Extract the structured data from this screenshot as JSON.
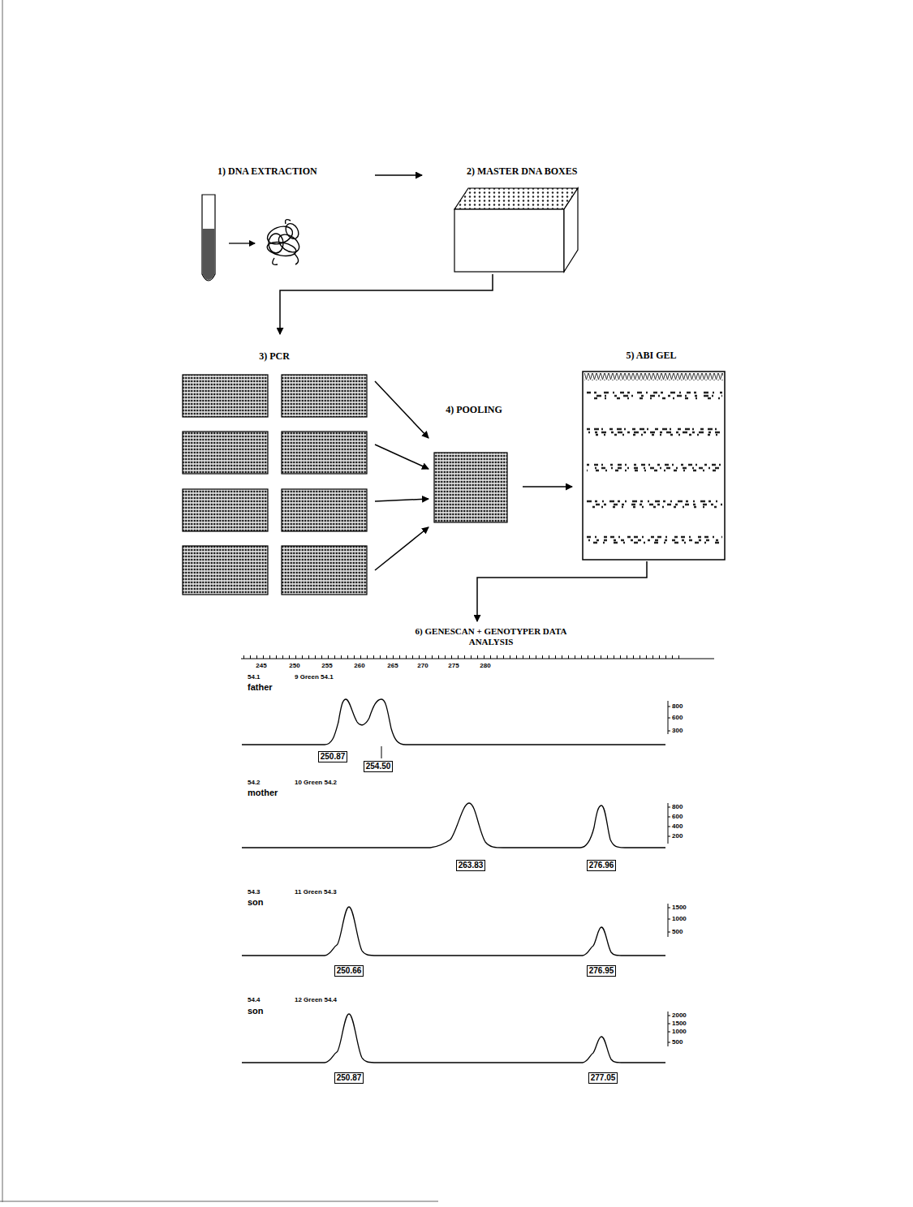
{
  "diagram": {
    "nodes": [
      {
        "text": [
          "1) DNA EXTRACTION"
        ]
      },
      {
        "text": [
          "2) MASTER DNA BOXES"
        ]
      },
      {
        "text": [
          "3) PCR"
        ]
      },
      {
        "text": [
          "4) POOLING"
        ]
      },
      {
        "text": [
          "5) ABI GEL"
        ]
      },
      {
        "text": [
          "6) GENESCAN + GENOTYPER DATA ANALYSIS"
        ]
      },
      {
        "text": [
          "250.87"
        ],
        "in": 5
      },
      {
        "text": [
          "254.50"
        ],
        "in": 5
      },
      {
        "text": [
          "263.83"
        ],
        "in": 5
      },
      {
        "text": [
          "276.96"
        ],
        "in": 5
      },
      {
        "text": [
          "250.66"
        ],
        "in": 5
      },
      {
        "text": [
          "276.95"
        ],
        "in": 5
      },
      {
        "text": [
          "250.87"
        ],
        "in": 5
      },
      {
        "text": [
          "277.05"
        ],
        "in": 5
      }
    ],
    "edges": [
      {
        "from": 0,
        "to": 1,
        "arrow": "to"
      },
      {
        "from": 1,
        "to": 2,
        "arrow": "to"
      },
      {
        "from": 2,
        "to": 3,
        "arrow": "to"
      },
      {
        "from": 2,
        "to": 3,
        "arrow": "to"
      },
      {
        "from": 2,
        "to": 3,
        "arrow": "to"
      },
      {
        "from": 2,
        "to": 3,
        "arrow": "to"
      },
      {
        "from": 3,
        "to": 4,
        "arrow": "to"
      },
      {
        "from": 4,
        "to": 5,
        "arrow": "to"
      }
    ],
    "labels": [
      "245",
      "250",
      "255",
      "260",
      "265",
      "270",
      "275",
      "280",
      "54.1",
      "9 Green 54.1",
      "father",
      "800",
      "600",
      "300",
      "54.2",
      "10 Green 54.2",
      "mother",
      "800",
      "600",
      "400",
      "200",
      "54.3",
      "11 Green 54.3",
      "son",
      "1500",
      "1000",
      "500",
      "54.4",
      "12 Green 54.4",
      "son",
      "2000",
      "1500",
      "1000",
      "500"
    ]
  }
}
